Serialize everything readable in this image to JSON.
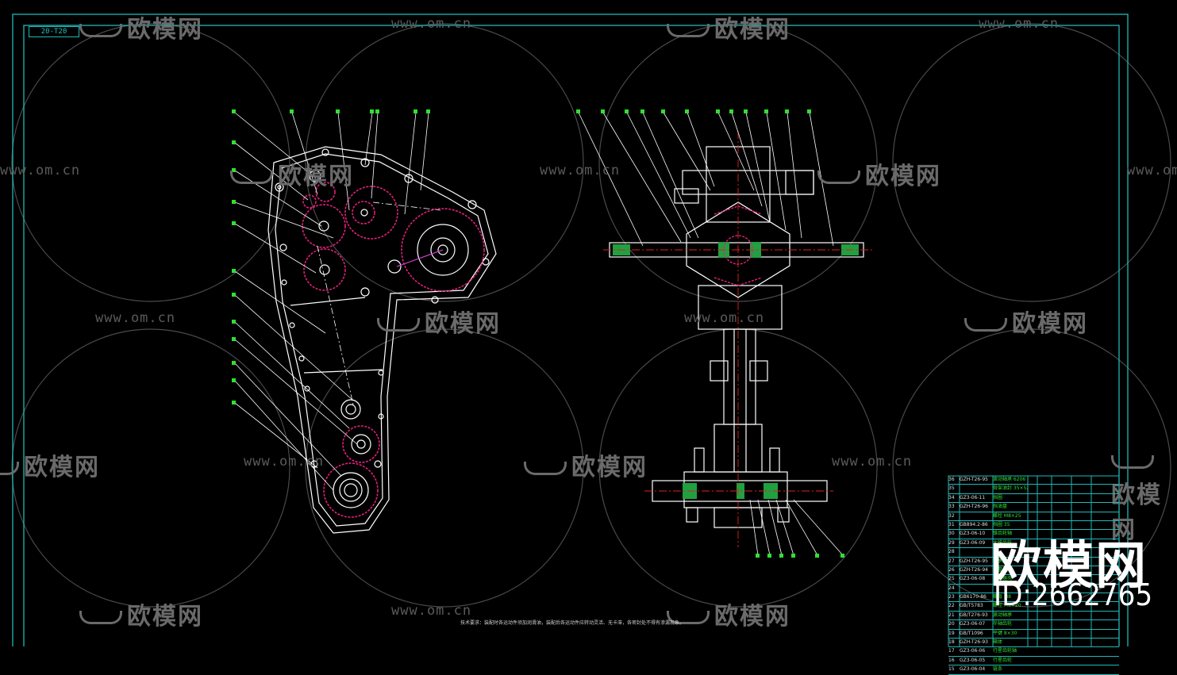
{
  "drawing": {
    "sheet_code": "20-T20",
    "note": "技术要求：装配时各运动件须加润滑油，装配后各运动件应转动灵活、无卡滞，各密封处不得有渗漏现象。",
    "colors": {
      "background": "#000000",
      "frame": "#20b8b8",
      "lines": "#ffffff",
      "gears": "#e0207a",
      "leaders": "#30e030",
      "centerline": "#e02020",
      "watermark": "#5a5a5a"
    }
  },
  "watermarks": {
    "url_text": "www.om.cn",
    "logo_text": "欧模网",
    "big_logo": "欧模网",
    "id_text": "ID:2662765"
  },
  "bom": {
    "rows": [
      {
        "no": "36",
        "code": "GZH-T26-95",
        "name": "滚动轴承 6206"
      },
      {
        "no": "35",
        "code": "",
        "name": "骨架油封 35×52"
      },
      {
        "no": "34",
        "code": "GZ3-06-11",
        "name": "挡圈"
      },
      {
        "no": "33",
        "code": "GZH-T26-96",
        "name": "挡油盘"
      },
      {
        "no": "32",
        "code": "",
        "name": "螺栓 M8×25"
      },
      {
        "no": "31",
        "code": "GB894.2-86",
        "name": "挡圈 35"
      },
      {
        "no": "30",
        "code": "GZ3-06-10",
        "name": "锥齿轮轴"
      },
      {
        "no": "29",
        "code": "GZ3-06-09",
        "name": "大锥齿轮"
      },
      {
        "no": "28",
        "code": "",
        "name": ""
      },
      {
        "no": "27",
        "code": "GZH-T26-95",
        "name": "轴承盖"
      },
      {
        "no": "26",
        "code": "GZH-T26-94",
        "name": "调整垫片"
      },
      {
        "no": "25",
        "code": "GZ3-06-08",
        "name": "差速器壳"
      },
      {
        "no": "24",
        "code": "",
        "name": ""
      },
      {
        "no": "23",
        "code": "GB6170-86",
        "name": "螺母 M8"
      },
      {
        "no": "22",
        "code": "GB/T5783",
        "name": "螺栓 M8×20"
      },
      {
        "no": "21",
        "code": "GB/T276-93",
        "name": "滚动轴承"
      },
      {
        "no": "20",
        "code": "GZ3-06-07",
        "name": "半轴齿轮"
      },
      {
        "no": "19",
        "code": "GB/T1096",
        "name": "平键 8×30"
      },
      {
        "no": "18",
        "code": "GZH-T26-93",
        "name": "箱体"
      },
      {
        "no": "17",
        "code": "GZ3-06-06",
        "name": "行星齿轮轴"
      },
      {
        "no": "16",
        "code": "GZ3-06-05",
        "name": "行星齿轮"
      },
      {
        "no": "15",
        "code": "GZ3-06-04",
        "name": "链条"
      }
    ]
  }
}
